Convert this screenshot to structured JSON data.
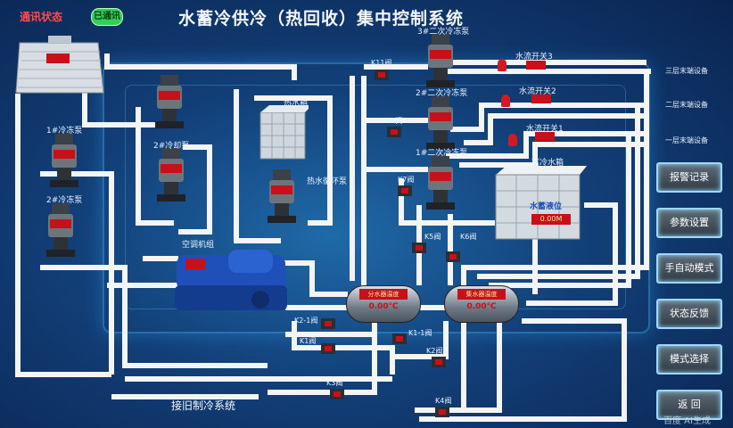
{
  "header": {
    "title": "水蓄冷供冷（热回收）集中控制系统",
    "comm_label": "通讯状态",
    "comm_status": "已通讯"
  },
  "pumps": {
    "cool_1": "1#冷冻泵",
    "cool_2": "2#冷冻泵",
    "cooling_2": "2#冷却泵",
    "sec_1": "1#二次冷冻泵",
    "sec_2": "2#二次冷冻泵",
    "sec_3": "3#二次冷冻泵",
    "hot_loop": "热水循环泵"
  },
  "equipment": {
    "hot_tank": "热水箱",
    "chiller": "空调机组",
    "storage_tank": "蓄冷水箱",
    "level_label": "水蓄液位",
    "level_value": "0.00M",
    "manifold_supply": "分水器温度",
    "manifold_return": "集水器温度",
    "supply_temp": "0.00℃",
    "return_temp": "0.00℃"
  },
  "flow_switches": {
    "s1": "水流开关1",
    "s2": "水流开关2",
    "s3": "水流开关3"
  },
  "terminals": {
    "f3": "三层末端设备",
    "f2": "二层末端设备",
    "f1": "一层末端设备"
  },
  "valves": {
    "k11": "K11阀",
    "k9": "K9阀",
    "k7": "K7阀",
    "k5": "K5阀",
    "k6": "K6阀",
    "k2_1": "K2-1阀",
    "k1": "K1阀",
    "k1_1": "K1-1阀",
    "k2": "K2阀",
    "k3": "K3阀",
    "k4": "K4阀"
  },
  "footer": {
    "old_system": "接旧制冷系统",
    "watermark": "百度 AI生成"
  },
  "sidebar": {
    "alarm": "报警记录",
    "params": "参数设置",
    "mode": "手自动模式",
    "feedback": "状态反馈",
    "select": "模式选择",
    "back": "返 回"
  }
}
